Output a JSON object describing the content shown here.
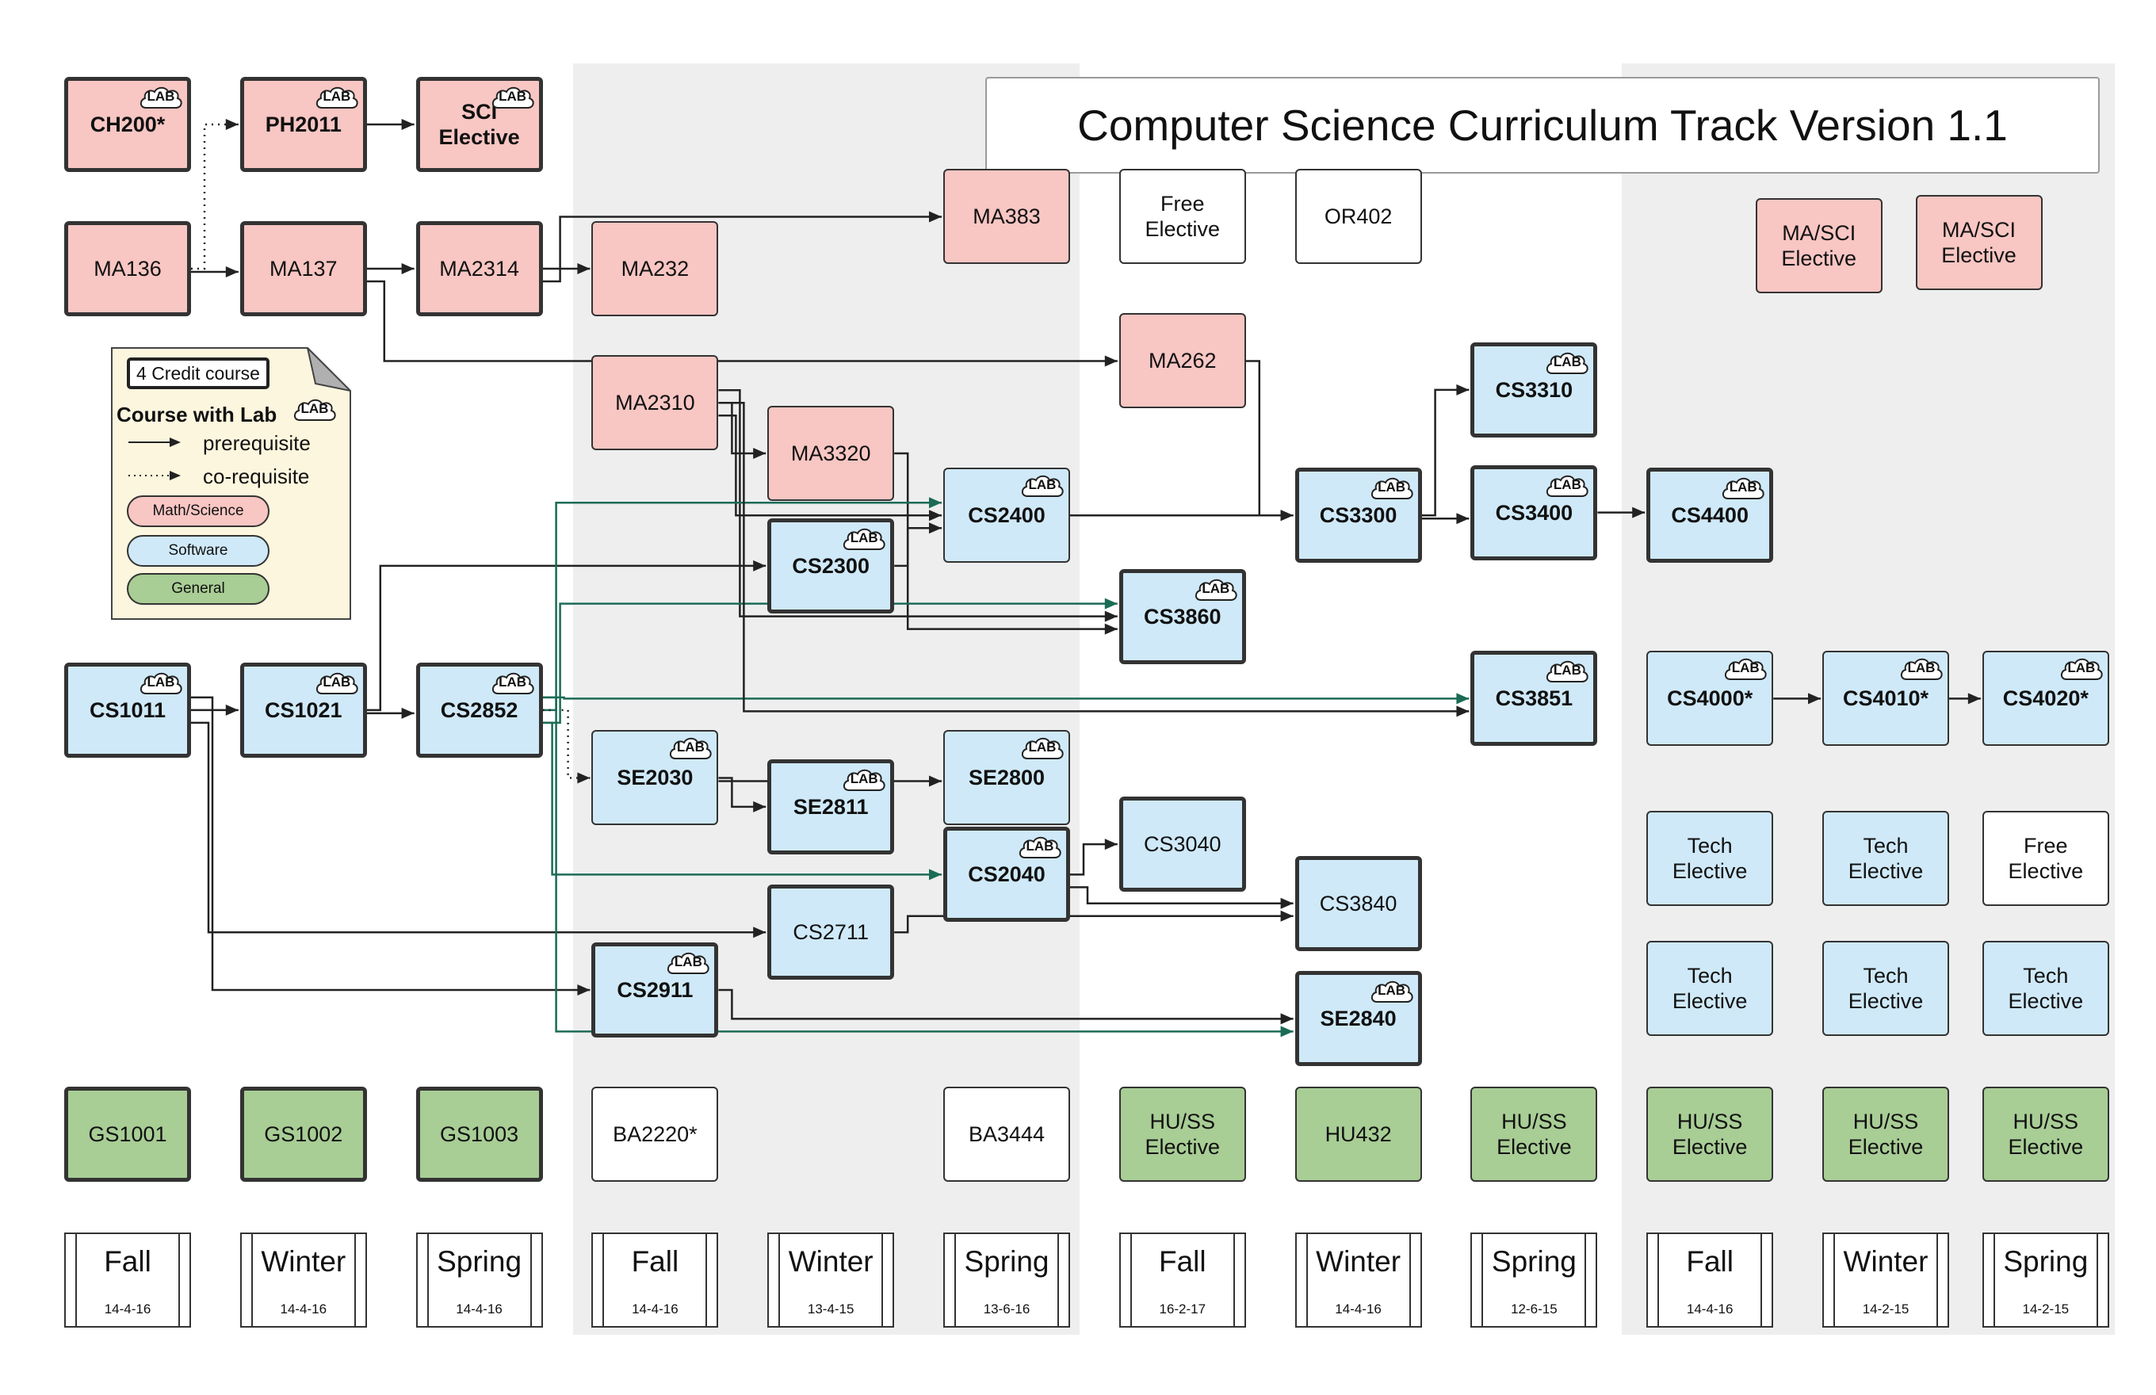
{
  "title": "Computer Science Curriculum Track Version 1.1",
  "colors": {
    "math": "#f8c6c3",
    "software": "#cfe9f8",
    "general": "#a8cd95",
    "plain": "#ffffff",
    "band": "#eeeeee",
    "arrow": "#222222",
    "arrow_alt": "#1b6b55",
    "legend_bg": "#fdf6de"
  },
  "lab_label": "LAB",
  "legend": {
    "credit_label": "4 Credit course",
    "lab_label": "Course with Lab",
    "prerequisite_label": "prerequisite",
    "corequisite_label": "co-requisite",
    "math_label": "Math/Science",
    "software_label": "Software",
    "general_label": "General"
  },
  "courses": [
    {
      "id": "CH200",
      "label": "CH200*",
      "cat": "math",
      "four": true,
      "lab": true,
      "bold": true,
      "col": 0,
      "row": 0
    },
    {
      "id": "PH2011",
      "label": "PH2011",
      "cat": "math",
      "four": true,
      "lab": true,
      "bold": true,
      "col": 1,
      "row": 0
    },
    {
      "id": "SCI",
      "label": "SCI\nElective",
      "cat": "math",
      "four": true,
      "lab": true,
      "bold": true,
      "col": 2,
      "row": 0
    },
    {
      "id": "MA136",
      "label": "MA136",
      "cat": "math",
      "four": true,
      "lab": false,
      "bold": false,
      "col": 0,
      "row": 1
    },
    {
      "id": "MA137",
      "label": "MA137",
      "cat": "math",
      "four": true,
      "lab": false,
      "bold": false,
      "col": 1,
      "row": 1
    },
    {
      "id": "MA2314",
      "label": "MA2314",
      "cat": "math",
      "four": true,
      "lab": false,
      "bold": false,
      "col": 2,
      "row": 1
    },
    {
      "id": "MA232",
      "label": "MA232",
      "cat": "math",
      "four": false,
      "lab": false,
      "bold": false,
      "col": 3,
      "row": 1
    },
    {
      "id": "MA383",
      "label": "MA383",
      "cat": "math",
      "four": false,
      "lab": false,
      "bold": false,
      "col": 5,
      "row": 0.64
    },
    {
      "id": "FREE1",
      "label": "Free\nElective",
      "cat": "plain",
      "four": false,
      "lab": false,
      "bold": false,
      "col": 6,
      "row": 0.64
    },
    {
      "id": "OR402",
      "label": "OR402",
      "cat": "plain",
      "four": false,
      "lab": false,
      "bold": false,
      "col": 7,
      "row": 0.64
    },
    {
      "id": "MASCI1",
      "label": "MA/SCI\nElective",
      "cat": "math",
      "four": false,
      "lab": false,
      "bold": false,
      "col": 9.62,
      "row": 0.84
    },
    {
      "id": "MASCI2",
      "label": "MA/SCI\nElective",
      "cat": "math",
      "four": false,
      "lab": false,
      "bold": false,
      "col": 10.53,
      "row": 0.82
    },
    {
      "id": "MA262",
      "label": "MA262",
      "cat": "math",
      "four": false,
      "lab": false,
      "bold": false,
      "col": 6,
      "row": 1.64
    },
    {
      "id": "MA2310",
      "label": "MA2310",
      "cat": "math",
      "four": false,
      "lab": false,
      "bold": false,
      "col": 3,
      "row": 1.93
    },
    {
      "id": "MA3320",
      "label": "MA3320",
      "cat": "math",
      "four": false,
      "lab": false,
      "bold": false,
      "col": 4,
      "row": 2.28
    },
    {
      "id": "CS3310",
      "label": "CS3310",
      "cat": "soft",
      "four": true,
      "lab": true,
      "bold": true,
      "col": 8,
      "row": 1.84
    },
    {
      "id": "CS2400",
      "label": "CS2400",
      "cat": "soft",
      "four": false,
      "lab": true,
      "bold": true,
      "col": 5,
      "row": 2.71
    },
    {
      "id": "CS3300",
      "label": "CS3300",
      "cat": "soft",
      "four": true,
      "lab": true,
      "bold": true,
      "col": 7,
      "row": 2.71
    },
    {
      "id": "CS3400",
      "label": "CS3400",
      "cat": "soft",
      "four": true,
      "lab": true,
      "bold": true,
      "col": 8,
      "row": 2.69
    },
    {
      "id": "CS4400",
      "label": "CS4400",
      "cat": "soft",
      "four": true,
      "lab": true,
      "bold": true,
      "col": 9,
      "row": 2.71
    },
    {
      "id": "CS2300",
      "label": "CS2300",
      "cat": "soft",
      "four": true,
      "lab": true,
      "bold": true,
      "col": 4,
      "row": 3.06
    },
    {
      "id": "CS3860",
      "label": "CS3860",
      "cat": "soft",
      "four": true,
      "lab": true,
      "bold": true,
      "col": 6,
      "row": 3.41
    },
    {
      "id": "CS1011",
      "label": "CS1011",
      "cat": "soft",
      "four": true,
      "lab": true,
      "bold": true,
      "col": 0,
      "row": 4.06
    },
    {
      "id": "CS1021",
      "label": "CS1021",
      "cat": "soft",
      "four": true,
      "lab": true,
      "bold": true,
      "col": 1,
      "row": 4.06
    },
    {
      "id": "CS2852",
      "label": "CS2852",
      "cat": "soft",
      "four": true,
      "lab": true,
      "bold": true,
      "col": 2,
      "row": 4.06
    },
    {
      "id": "CS3851",
      "label": "CS3851",
      "cat": "soft",
      "four": true,
      "lab": true,
      "bold": true,
      "col": 8,
      "row": 3.98
    },
    {
      "id": "CS4000",
      "label": "CS4000*",
      "cat": "soft",
      "four": false,
      "lab": true,
      "bold": true,
      "col": 9,
      "row": 3.98
    },
    {
      "id": "CS4010",
      "label": "CS4010*",
      "cat": "soft",
      "four": false,
      "lab": true,
      "bold": true,
      "col": 10,
      "row": 3.98
    },
    {
      "id": "CS4020",
      "label": "CS4020*",
      "cat": "soft",
      "four": false,
      "lab": true,
      "bold": true,
      "col": 10.91,
      "row": 3.98
    },
    {
      "id": "SE2030",
      "label": "SE2030",
      "cat": "soft",
      "four": false,
      "lab": true,
      "bold": true,
      "col": 3,
      "row": 4.53
    },
    {
      "id": "SE2811",
      "label": "SE2811",
      "cat": "soft",
      "four": true,
      "lab": true,
      "bold": true,
      "col": 4,
      "row": 4.73
    },
    {
      "id": "SE2800",
      "label": "SE2800",
      "cat": "soft",
      "four": false,
      "lab": true,
      "bold": true,
      "col": 5,
      "row": 4.53
    },
    {
      "id": "CS2040",
      "label": "CS2040",
      "cat": "soft",
      "four": true,
      "lab": true,
      "bold": true,
      "col": 5,
      "row": 5.2
    },
    {
      "id": "CS3040",
      "label": "CS3040",
      "cat": "soft",
      "four": true,
      "lab": false,
      "bold": false,
      "col": 6,
      "row": 4.99
    },
    {
      "id": "TECH1",
      "label": "Tech\nElective",
      "cat": "soft",
      "four": false,
      "lab": false,
      "bold": false,
      "col": 9,
      "row": 5.09
    },
    {
      "id": "TECH2",
      "label": "Tech\nElective",
      "cat": "soft",
      "four": false,
      "lab": false,
      "bold": false,
      "col": 10,
      "row": 5.09
    },
    {
      "id": "FREE2",
      "label": "Free\nElective",
      "cat": "plain",
      "four": false,
      "lab": false,
      "bold": false,
      "col": 10.91,
      "row": 5.09
    },
    {
      "id": "CS3840",
      "label": "CS3840",
      "cat": "soft",
      "four": true,
      "lab": false,
      "bold": false,
      "col": 7,
      "row": 5.4
    },
    {
      "id": "CS2711",
      "label": "CS2711",
      "cat": "soft",
      "four": true,
      "lab": false,
      "bold": false,
      "col": 4,
      "row": 5.6
    },
    {
      "id": "CS2911",
      "label": "CS2911",
      "cat": "soft",
      "four": true,
      "lab": true,
      "bold": true,
      "col": 3,
      "row": 6.0
    },
    {
      "id": "SE2840",
      "label": "SE2840",
      "cat": "soft",
      "four": true,
      "lab": true,
      "bold": true,
      "col": 7,
      "row": 6.2
    },
    {
      "id": "TECH3",
      "label": "Tech\nElective",
      "cat": "soft",
      "four": false,
      "lab": false,
      "bold": false,
      "col": 9,
      "row": 5.99
    },
    {
      "id": "TECH4",
      "label": "Tech\nElective",
      "cat": "soft",
      "four": false,
      "lab": false,
      "bold": false,
      "col": 10,
      "row": 5.99
    },
    {
      "id": "TECH5",
      "label": "Tech\nElective",
      "cat": "soft",
      "four": false,
      "lab": false,
      "bold": false,
      "col": 10.91,
      "row": 5.99
    },
    {
      "id": "GS1001",
      "label": "GS1001",
      "cat": "gen",
      "four": true,
      "lab": false,
      "bold": false,
      "col": 0,
      "row": 7.0
    },
    {
      "id": "GS1002",
      "label": "GS1002",
      "cat": "gen",
      "four": true,
      "lab": false,
      "bold": false,
      "col": 1,
      "row": 7.0
    },
    {
      "id": "GS1003",
      "label": "GS1003",
      "cat": "gen",
      "four": true,
      "lab": false,
      "bold": false,
      "col": 2,
      "row": 7.0
    },
    {
      "id": "BA2220",
      "label": "BA2220*",
      "cat": "plain",
      "four": false,
      "lab": false,
      "bold": false,
      "col": 3,
      "row": 7.0
    },
    {
      "id": "BA3444",
      "label": "BA3444",
      "cat": "plain",
      "four": false,
      "lab": false,
      "bold": false,
      "col": 5,
      "row": 7.0
    },
    {
      "id": "HUSS1",
      "label": "HU/SS\nElective",
      "cat": "gen",
      "four": false,
      "lab": false,
      "bold": false,
      "col": 6,
      "row": 7.0
    },
    {
      "id": "HU432",
      "label": "HU432",
      "cat": "gen",
      "four": false,
      "lab": false,
      "bold": false,
      "col": 7,
      "row": 7.0
    },
    {
      "id": "HUSS2",
      "label": "HU/SS\nElective",
      "cat": "gen",
      "four": false,
      "lab": false,
      "bold": false,
      "col": 8,
      "row": 7.0
    },
    {
      "id": "HUSS3",
      "label": "HU/SS\nElective",
      "cat": "gen",
      "four": false,
      "lab": false,
      "bold": false,
      "col": 9,
      "row": 7.0
    },
    {
      "id": "HUSS4",
      "label": "HU/SS\nElective",
      "cat": "gen",
      "four": false,
      "lab": false,
      "bold": false,
      "col": 10,
      "row": 7.0
    },
    {
      "id": "HUSS5",
      "label": "HU/SS\nElective",
      "cat": "gen",
      "four": false,
      "lab": false,
      "bold": false,
      "col": 10.91,
      "row": 7.0
    }
  ],
  "terms": [
    {
      "name": "Fall",
      "code": "14-4-16",
      "col": 0
    },
    {
      "name": "Winter",
      "code": "14-4-16",
      "col": 1
    },
    {
      "name": "Spring",
      "code": "14-4-16",
      "col": 2
    },
    {
      "name": "Fall",
      "code": "14-4-16",
      "col": 3
    },
    {
      "name": "Winter",
      "code": "13-4-15",
      "col": 4
    },
    {
      "name": "Spring",
      "code": "13-6-16",
      "col": 5
    },
    {
      "name": "Fall",
      "code": "16-2-17",
      "col": 6
    },
    {
      "name": "Winter",
      "code": "14-4-16",
      "col": 7
    },
    {
      "name": "Spring",
      "code": "12-6-15",
      "col": 8
    },
    {
      "name": "Fall",
      "code": "14-4-16",
      "col": 9
    },
    {
      "name": "Winter",
      "code": "14-2-15",
      "col": 10
    },
    {
      "name": "Spring",
      "code": "14-2-15",
      "col": 10.91
    }
  ],
  "edges": [
    {
      "from": "MA136",
      "to": "PH2011",
      "type": "coreq"
    },
    {
      "from": "PH2011",
      "to": "SCI",
      "type": "prereq"
    },
    {
      "from": "MA136",
      "to": "MA137",
      "type": "prereq"
    },
    {
      "from": "MA137",
      "to": "MA2314",
      "type": "prereq"
    },
    {
      "from": "MA2314",
      "to": "MA232",
      "type": "prereq"
    },
    {
      "from": "MA2314",
      "to": "MA383",
      "type": "prereq"
    },
    {
      "from": "MA137",
      "to": "MA262",
      "type": "prereq"
    },
    {
      "from": "MA2310",
      "to": "MA3320",
      "type": "prereq"
    },
    {
      "from": "MA2310",
      "to": "CS2400",
      "type": "prereq"
    },
    {
      "from": "MA2310",
      "to": "CS3860",
      "type": "prereq"
    },
    {
      "from": "MA3320",
      "to": "CS3860",
      "type": "prereq"
    },
    {
      "from": "MA262",
      "to": "CS3300",
      "type": "prereq"
    },
    {
      "from": "CS2400",
      "to": "CS3300",
      "type": "prereq"
    },
    {
      "from": "CS3300",
      "to": "CS3310",
      "type": "prereq"
    },
    {
      "from": "CS3300",
      "to": "CS3400",
      "type": "prereq"
    },
    {
      "from": "CS3400",
      "to": "CS4400",
      "type": "prereq"
    },
    {
      "from": "CS2300",
      "to": "CS2400",
      "type": "prereq"
    },
    {
      "from": "CS1021",
      "to": "CS2300",
      "type": "prereq"
    },
    {
      "from": "CS2852",
      "to": "CS2400",
      "type": "alt"
    },
    {
      "from": "CS2852",
      "to": "CS3860",
      "type": "alt"
    },
    {
      "from": "CS2852",
      "to": "CS3851",
      "type": "alt"
    },
    {
      "from": "MA2310",
      "to": "CS3851",
      "type": "prereq"
    },
    {
      "from": "CS1011",
      "to": "CS1021",
      "type": "prereq"
    },
    {
      "from": "CS1021",
      "to": "CS2852",
      "type": "prereq"
    },
    {
      "from": "CS4000",
      "to": "CS4010",
      "type": "prereq"
    },
    {
      "from": "CS4010",
      "to": "CS4020",
      "type": "prereq"
    },
    {
      "from": "CS2852",
      "to": "SE2030",
      "type": "coreq"
    },
    {
      "from": "SE2030",
      "to": "SE2811",
      "type": "prereq"
    },
    {
      "from": "SE2030",
      "to": "SE2800",
      "type": "prereq"
    },
    {
      "from": "CS2852",
      "to": "CS2040",
      "type": "alt"
    },
    {
      "from": "CS2040",
      "to": "CS3040",
      "type": "prereq"
    },
    {
      "from": "CS2040",
      "to": "CS3840",
      "type": "prereq"
    },
    {
      "from": "CS1011",
      "to": "CS2711",
      "type": "prereq"
    },
    {
      "from": "CS2711",
      "to": "CS3840",
      "type": "prereq"
    },
    {
      "from": "CS1011",
      "to": "CS2911",
      "type": "prereq"
    },
    {
      "from": "CS2911",
      "to": "SE2840",
      "type": "prereq"
    },
    {
      "from": "CS2852",
      "to": "SE2840",
      "type": "alt"
    }
  ]
}
